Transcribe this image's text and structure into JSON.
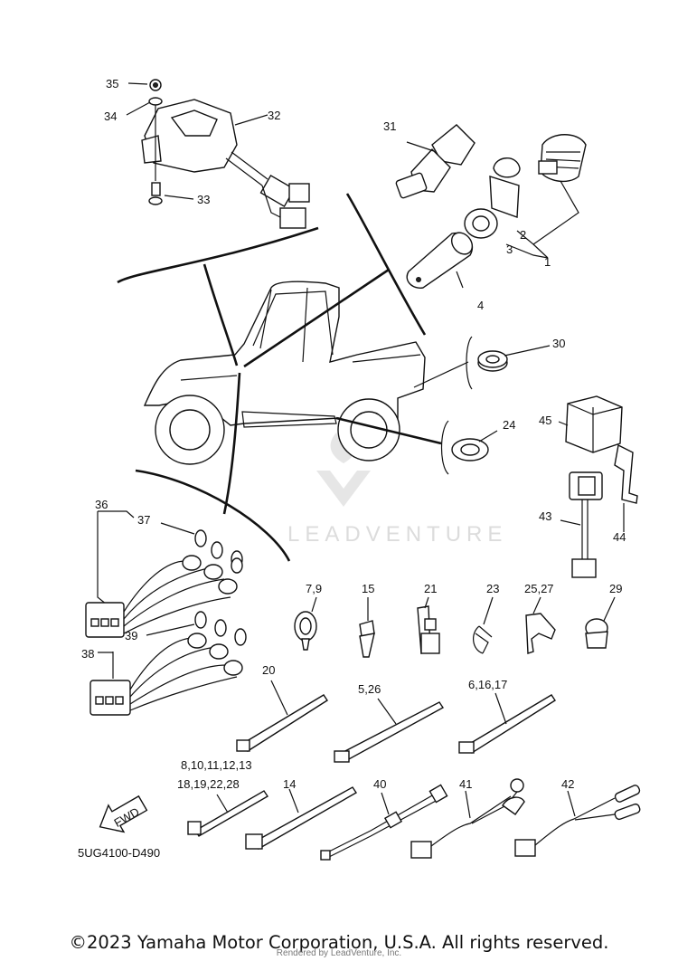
{
  "diagram": {
    "code": "5UG4100-D490",
    "fwd_label": "FWD",
    "watermark": "LEADVENTURE",
    "footer": "©2023 Yamaha Motor Corporation, U.S.A. All rights reserved.",
    "rendered_by": "Rendered by LeadVenture, Inc.",
    "callouts": {
      "c1": "1",
      "c2": "2",
      "c3": "3",
      "c4": "4",
      "c31": "31",
      "c32": "32",
      "c33": "33",
      "c34": "34",
      "c35": "35",
      "c30": "30",
      "c24": "24",
      "c45": "45",
      "c43": "43",
      "c44": "44",
      "c36": "36",
      "c37": "37",
      "c38": "38",
      "c39": "39",
      "c7_9": "7,9",
      "c15": "15",
      "c21": "21",
      "c23": "23",
      "c25_27": "25,27",
      "c29": "29",
      "c20": "20",
      "c5_26": "5,26",
      "c6_16_17": "6,16,17",
      "c8_13": "8,10,11,12,13",
      "c18_28": "18,19,22,28",
      "c14": "14",
      "c40": "40",
      "c41": "41",
      "c42": "42"
    }
  }
}
